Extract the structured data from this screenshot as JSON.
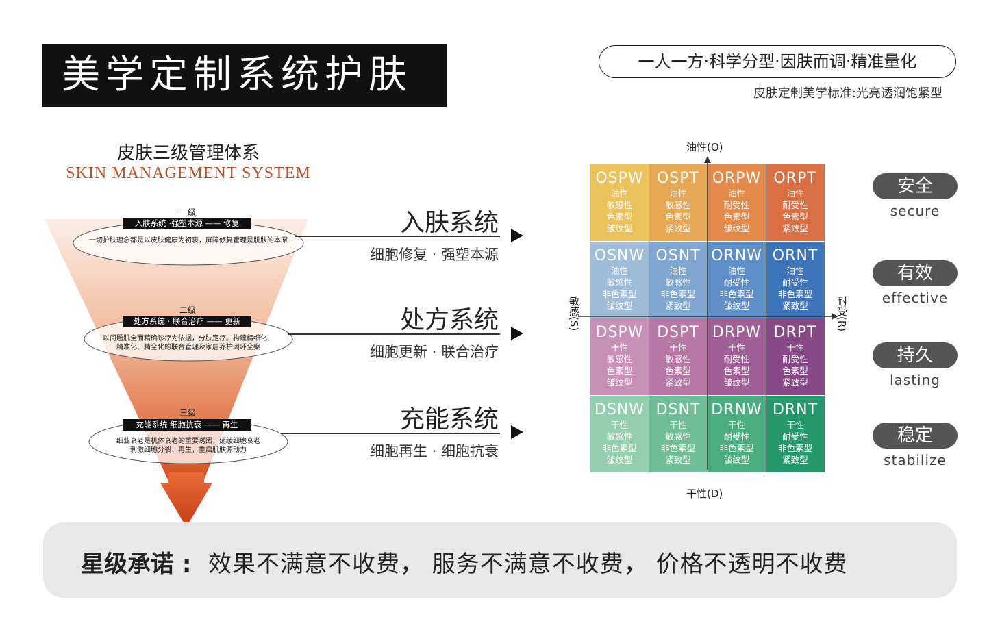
{
  "header": {
    "title": "美学定制系统护肤",
    "slogan": "一人一方·科学分型·因肤而调·精准量化",
    "standard": "皮肤定制美学标准:光亮透润饱紧型"
  },
  "funnel": {
    "title": "皮肤三级管理体系",
    "subtitle": "SKIN MANAGEMENT SYSTEM",
    "levels": [
      {
        "level": "一级",
        "tag": "入肤系统 ·强塑本源 —— 修复",
        "desc": [
          "一切护肤理念都是以皮肤健康为初衷，屏障修复管理是肌肤的本原"
        ]
      },
      {
        "level": "二级",
        "tag": "处方系统 · 联合治疗 —— 更新",
        "desc": [
          "以问题肌全面精确诊疗为依据，分肤定疗。构建精细化、",
          "精准化、精全化的联合管理及家居养护闭环全案"
        ]
      },
      {
        "level": "三级",
        "tag": "充能系统  细胞抗衰 —— 再生",
        "desc": [
          "细业衰老是机体衰老的重要诱因，延缓细胞衰老",
          "刺激细胞分裂、再生，重启肌肤源动力"
        ]
      }
    ]
  },
  "systems": [
    {
      "name": "入肤系统",
      "sub": "细胞修复 · 强塑本源"
    },
    {
      "name": "处方系统",
      "sub": "细胞更新 · 联合治疗"
    },
    {
      "name": "充能系统",
      "sub": "细胞再生 · 细胞抗衰"
    }
  ],
  "matrix": {
    "axis_top": "油性(O)",
    "axis_bottom": "干性(D)",
    "axis_left": "敏感(S)",
    "axis_right": "耐受(R)",
    "rows": [
      [
        {
          "code": "OSPW",
          "lines": [
            "油性",
            "敏感性",
            "色素型",
            "皱纹型"
          ],
          "color": "#ecc25a"
        },
        {
          "code": "OSPT",
          "lines": [
            "油性",
            "敏感性",
            "色素型",
            "紧致型"
          ],
          "color": "#e7a853"
        },
        {
          "code": "ORPW",
          "lines": [
            "油性",
            "耐受性",
            "色素型",
            "皱纹型"
          ],
          "color": "#e3894a"
        },
        {
          "code": "ORPT",
          "lines": [
            "油性",
            "耐受性",
            "色素型",
            "紧致型"
          ],
          "color": "#db6f44"
        }
      ],
      [
        {
          "code": "OSNW",
          "lines": [
            "油性",
            "敏感性",
            "非色素型",
            "皱纹型"
          ],
          "color": "#9fbcd9"
        },
        {
          "code": "OSNT",
          "lines": [
            "油性",
            "敏感性",
            "非色素型",
            "紧致型"
          ],
          "color": "#7fa7d1"
        },
        {
          "code": "ORNW",
          "lines": [
            "油性",
            "耐受性",
            "非色素型",
            "皱纹型"
          ],
          "color": "#5f8fc8"
        },
        {
          "code": "ORNT",
          "lines": [
            "油性",
            "耐受性",
            "非色素型",
            "紧致型"
          ],
          "color": "#3d74ba"
        }
      ],
      [
        {
          "code": "DSPW",
          "lines": [
            "干性",
            "敏感性",
            "色素型",
            "皱纹型"
          ],
          "color": "#c990b7"
        },
        {
          "code": "DSPT",
          "lines": [
            "干性",
            "敏感性",
            "色素型",
            "紧致型"
          ],
          "color": "#b777a7"
        },
        {
          "code": "DRPW",
          "lines": [
            "干性",
            "耐受性",
            "色素型",
            "皱纹型"
          ],
          "color": "#a15f97"
        },
        {
          "code": "DRPT",
          "lines": [
            "干性",
            "耐受性",
            "色素型",
            "紧致型"
          ],
          "color": "#874887"
        }
      ],
      [
        {
          "code": "DSNW",
          "lines": [
            "干性",
            "敏感性",
            "非色素型",
            "皱纹型"
          ],
          "color": "#93cfae"
        },
        {
          "code": "DSNT",
          "lines": [
            "干性",
            "敏感性",
            "非色素型",
            "紧致型"
          ],
          "color": "#6fbe96"
        },
        {
          "code": "DRNW",
          "lines": [
            "干性",
            "耐受性",
            "非色素型",
            "皱纹型"
          ],
          "color": "#4aad80"
        },
        {
          "code": "DRNT",
          "lines": [
            "干性",
            "耐受性",
            "非色素型",
            "紧致型"
          ],
          "color": "#24986a"
        }
      ]
    ]
  },
  "features": [
    {
      "cn": "安全",
      "en": "secure"
    },
    {
      "cn": "有效",
      "en": "effective"
    },
    {
      "cn": "持久",
      "en": "lasting"
    },
    {
      "cn": "稳定",
      "en": "stabilize"
    }
  ],
  "promise": {
    "label": "星级承诺 :",
    "text": "效果不满意不收费， 服务不满意不收费， 价格不透明不收费"
  }
}
